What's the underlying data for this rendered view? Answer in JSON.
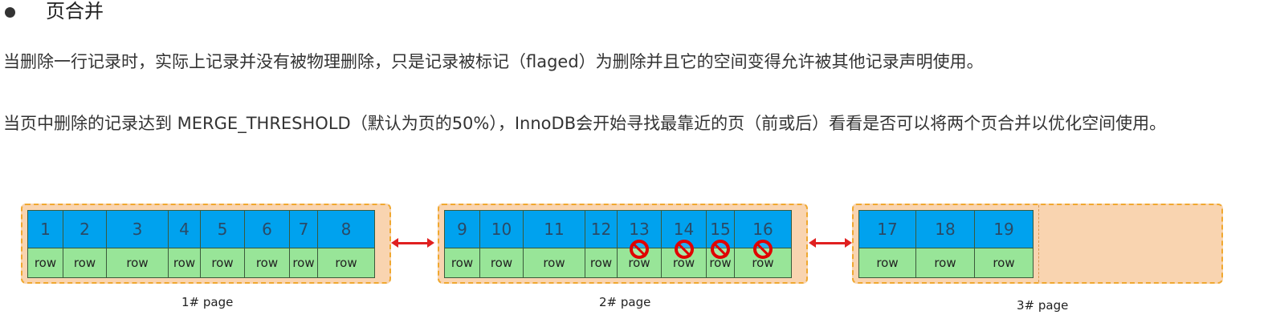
{
  "heading": "页合并",
  "paragraphs": [
    "当删除一行记录时，实际上记录并没有被物理删除，只是记录被标记（flaged）为删除并且它的空间变得允许被其他记录声明使用。",
    "当页中删除的记录达到 MERGE_THRESHOLD（默认为页的50%），InnoDB会开始寻找最靠近的页（前或后）看看是否可以将两个页合并以优化空间使用。"
  ],
  "row_label": "row",
  "pages": [
    {
      "caption": "1#  page",
      "records": [
        "1",
        "2",
        "3",
        "4",
        "5",
        "6",
        "7",
        "8"
      ]
    },
    {
      "caption": "2#  page",
      "records": [
        "9",
        "10",
        "11",
        "12",
        "13",
        "14",
        "15",
        "16"
      ],
      "deleted": [
        "13",
        "14",
        "15",
        "16"
      ]
    },
    {
      "caption": "3#  page",
      "records": [
        "17",
        "18",
        "19"
      ]
    }
  ],
  "colors": {
    "record_number_bg": "#00a2ee",
    "row_bg": "#98e598",
    "page_bg": "#f9d4b0",
    "page_border": "#f0a830",
    "delete_mark": "#e00000",
    "link_arrow": "#e02020"
  }
}
